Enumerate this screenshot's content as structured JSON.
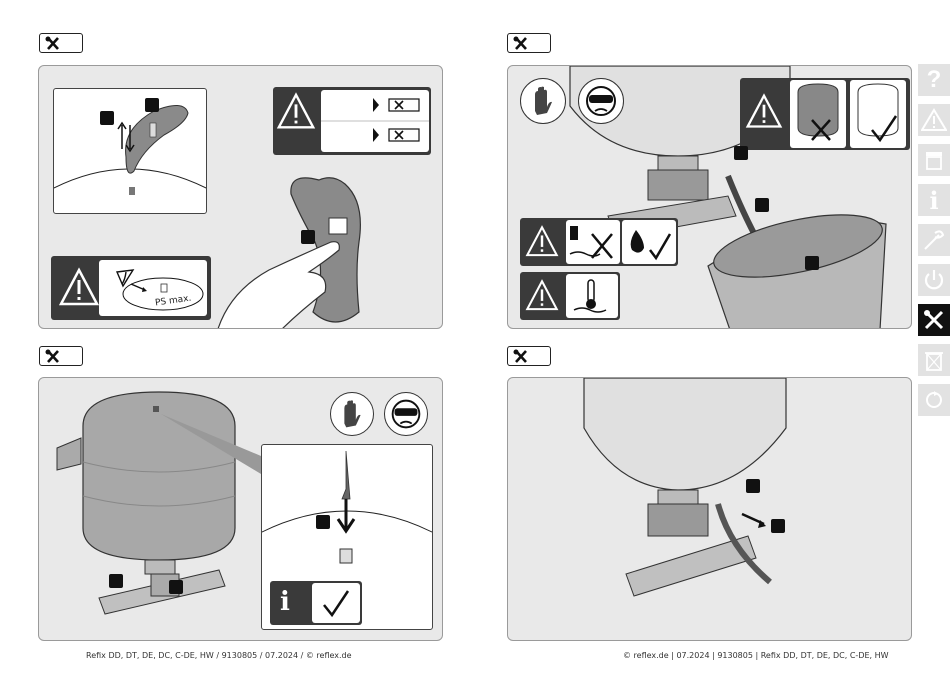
{
  "panels": [
    {
      "section": "top-left"
    },
    {
      "section": "top-right"
    },
    {
      "section": "bottom-left"
    },
    {
      "section": "bottom-right"
    }
  ],
  "detail_label": "PS max.",
  "footer": {
    "left": "Refix DD, DT, DE, DC, C-DE, HW / 9130805 / 07.2024 / © reflex.de",
    "right": "© reflex.de | 07.2024 | 9130805 | Refix DD, DT, DE, DC, C-DE, HW"
  },
  "side_tabs": [
    {
      "icon": "question-icon",
      "active": false
    },
    {
      "icon": "warning-icon",
      "active": false
    },
    {
      "icon": "vessel-icon",
      "active": false
    },
    {
      "icon": "info-icon",
      "active": false
    },
    {
      "icon": "install-icon",
      "active": false
    },
    {
      "icon": "power-icon",
      "active": false
    },
    {
      "icon": "wrench-icon",
      "active": true
    },
    {
      "icon": "disposal-icon",
      "active": false
    },
    {
      "icon": "recycle-icon",
      "active": false
    }
  ],
  "colors": {
    "panel_bg": "#e9e9e9",
    "dark": "#111111",
    "warning_bg": "#3a3a3a",
    "active_tab": "#111111",
    "inactive_tab": "#e2e2e2"
  }
}
